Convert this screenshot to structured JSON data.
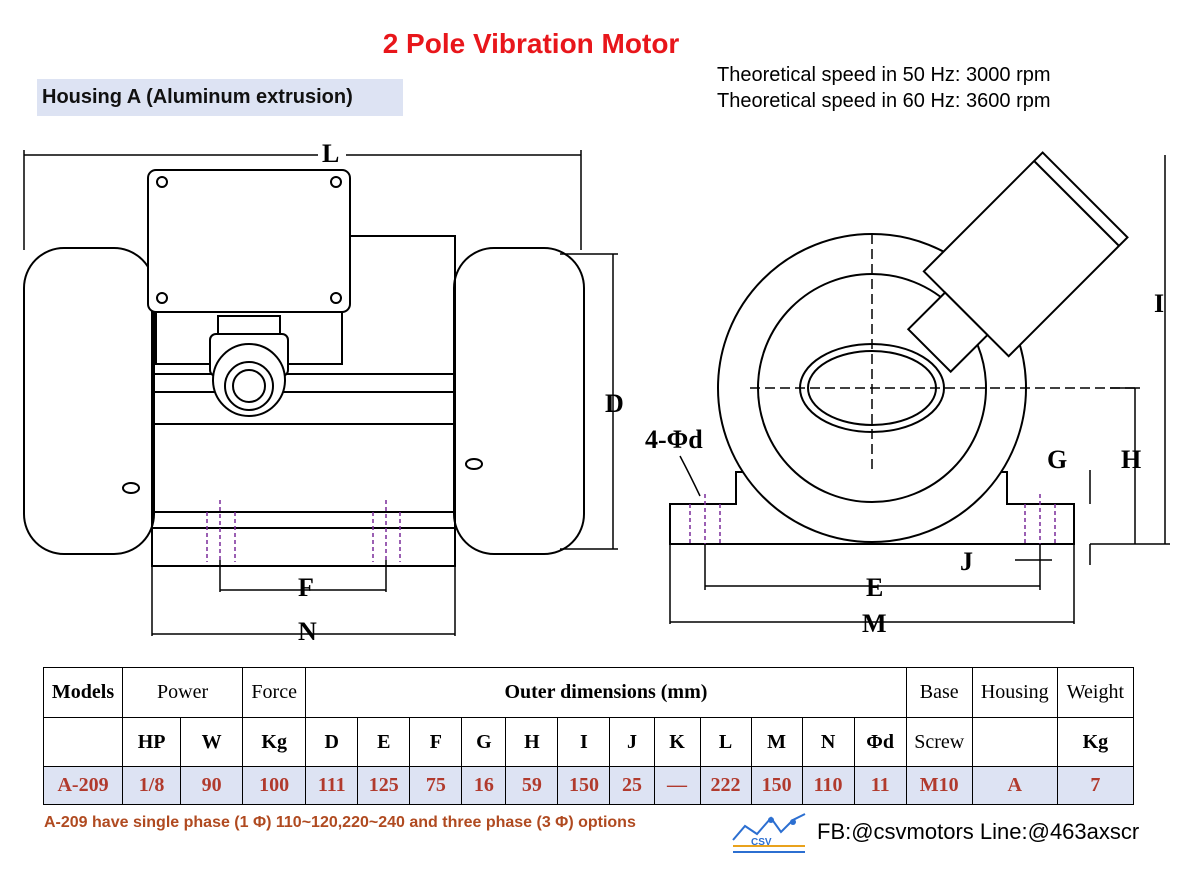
{
  "title": "2 Pole Vibration Motor",
  "housing_label": "Housing A (Aluminum extrusion)",
  "speed_lines": [
    "Theoretical speed in 50 Hz: 3000 rpm",
    "Theoretical speed in 60 Hz: 3600 rpm"
  ],
  "dimension_labels": {
    "L": "L",
    "D": "D",
    "F": "F",
    "N": "N",
    "I": "I",
    "H": "H",
    "G": "G",
    "J": "J",
    "E": "E",
    "M": "M",
    "holes": "4-Φd"
  },
  "table": {
    "header_groups": [
      "Models",
      "Power",
      "Force",
      "Outer dimensions (mm)",
      "Base",
      "Housing",
      "Weight"
    ],
    "sub_headers": [
      "",
      "HP",
      "W",
      "Kg",
      "D",
      "E",
      "F",
      "G",
      "H",
      "I",
      "J",
      "K",
      "L",
      "M",
      "N",
      "Φd",
      "Screw",
      "",
      "Kg"
    ],
    "rows": [
      [
        "A-209",
        "1/8",
        "90",
        "100",
        "111",
        "125",
        "75",
        "16",
        "59",
        "150",
        "25",
        "—",
        "222",
        "150",
        "110",
        "11",
        "M10",
        "A",
        "7"
      ]
    ]
  },
  "footnote": "A-209 have single phase (1 Φ) 110~120,220~240 and  three phase (3 Φ) options",
  "logo_text": "CSV",
  "contact": "FB:@csvmotors  Line:@463axscr",
  "colors": {
    "title": "#e8161b",
    "highlight": "#dde3f3",
    "data_text": "#b13a2d",
    "footnote": "#b04a20",
    "logo": "#2c6fd1"
  }
}
